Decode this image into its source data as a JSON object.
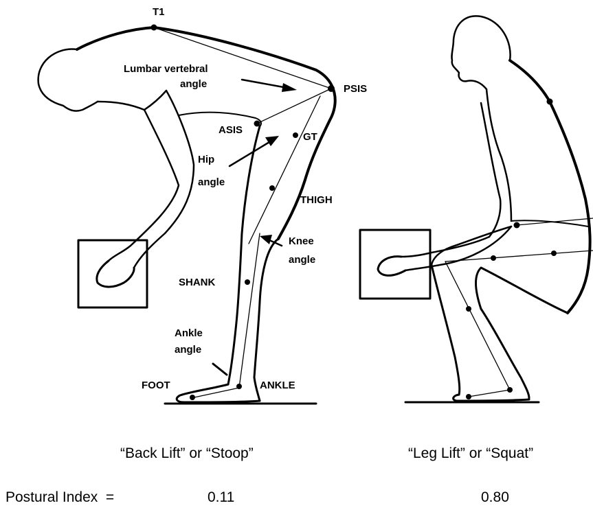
{
  "stoop": {
    "labels": {
      "t1": "T1",
      "lumbar_line1": "Lumbar vertebral",
      "lumbar_line2": "angle",
      "psis": "PSIS",
      "asis": "ASIS",
      "gt": "GT",
      "hip_line1": "Hip",
      "hip_line2": "angle",
      "thigh": "THIGH",
      "knee_line1": "Knee",
      "knee_line2": "angle",
      "shank": "SHANK",
      "ankle_angle_line1": "Ankle",
      "ankle_angle_line2": "angle",
      "foot": "FOOT",
      "ankle": "ANKLE"
    },
    "caption": "“Back Lift” or “Stoop”",
    "postural_index": "0.11"
  },
  "squat": {
    "caption": "“Leg Lift” or “Squat”",
    "postural_index": "0.80"
  },
  "postural_index_label": "Postural Index  ="
}
